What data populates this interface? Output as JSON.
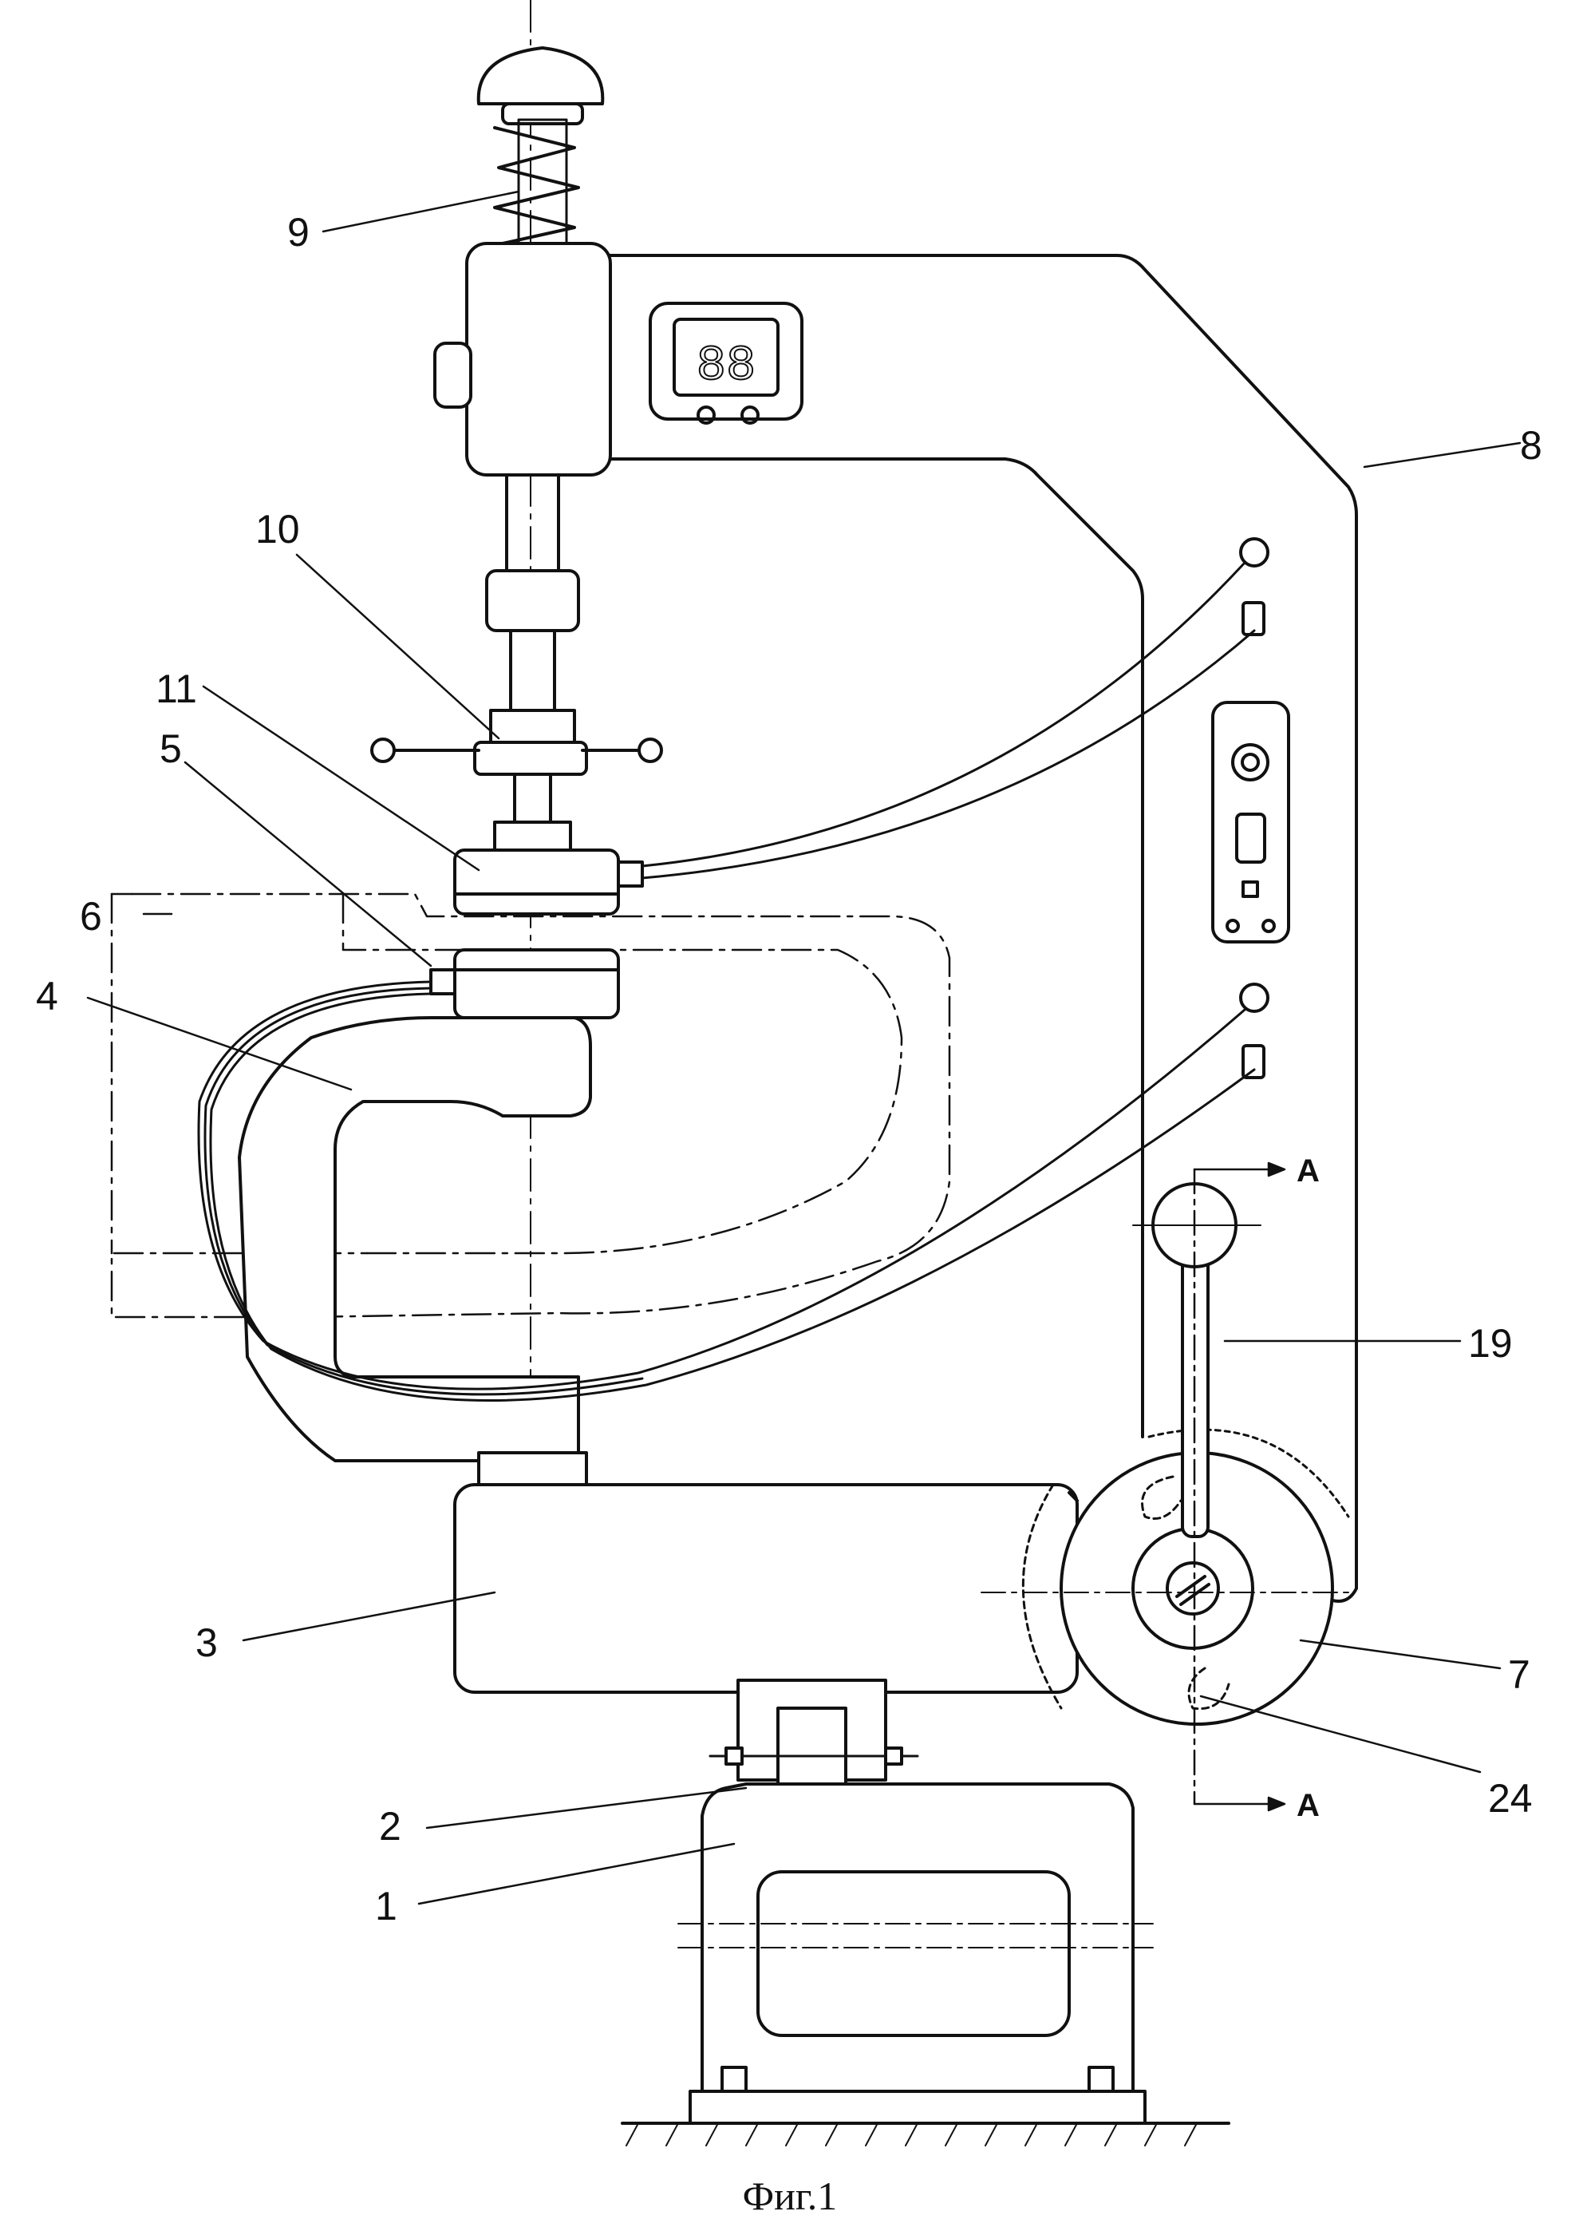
{
  "figure": {
    "caption": "Фиг.1",
    "section_mark": "A",
    "labels": [
      "9",
      "10",
      "11",
      "5",
      "6",
      "4",
      "8",
      "19",
      "3",
      "7",
      "24",
      "2",
      "1"
    ],
    "display_reading": "88"
  }
}
